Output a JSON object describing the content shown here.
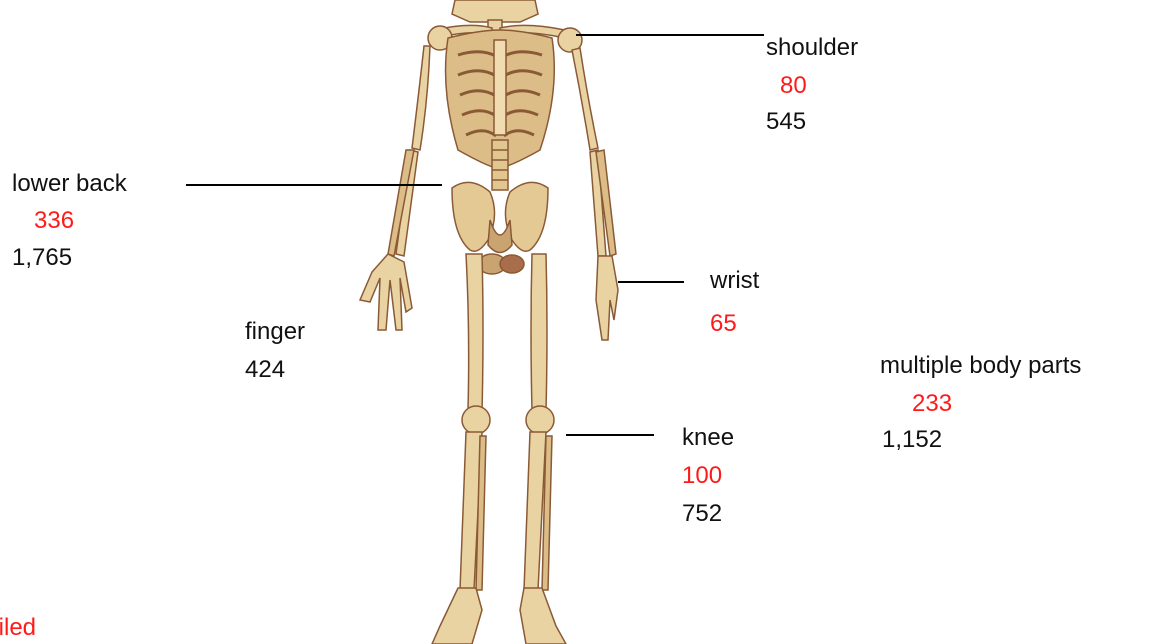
{
  "colors": {
    "highlight": "#ff1a1a",
    "text": "#111111",
    "bone": "#e9d3a2",
    "bone_shade": "#b8925c",
    "bone_dark": "#8a5a36"
  },
  "labels": {
    "shoulder": {
      "name": "shoulder",
      "red": "80",
      "black": "545"
    },
    "lower_back": {
      "name": "lower back",
      "red": "336",
      "black": "1,765"
    },
    "wrist": {
      "name": "wrist",
      "red": "65"
    },
    "finger": {
      "name": "finger",
      "black": "424"
    },
    "multiple": {
      "name": "multiple body parts",
      "red": "233",
      "black": "1,152"
    },
    "knee": {
      "name": "knee",
      "red": "100",
      "black": "752"
    }
  },
  "footer_red": "filed",
  "image": {
    "icon": "human-skeleton-illustration"
  }
}
